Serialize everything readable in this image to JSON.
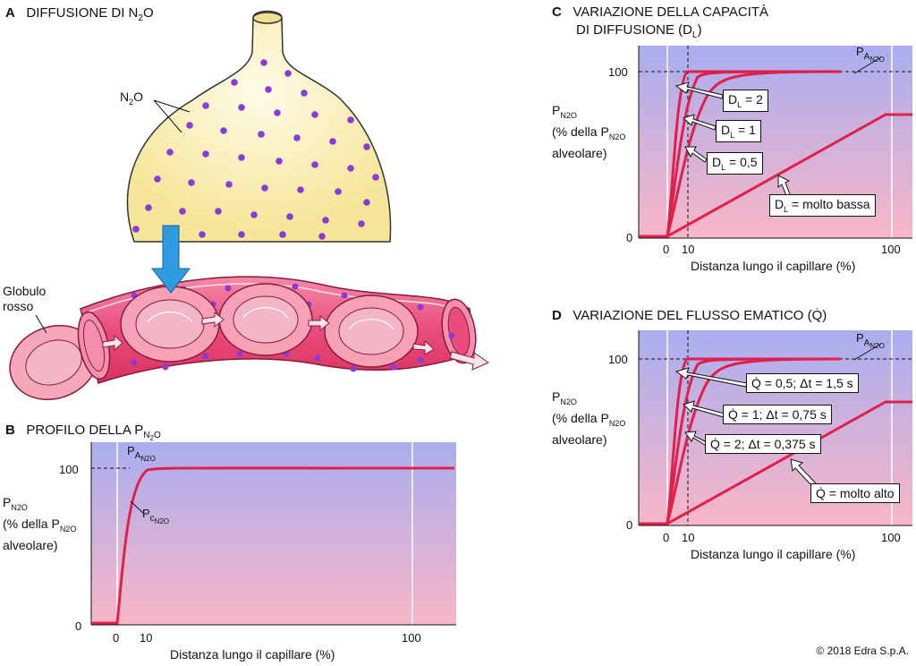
{
  "panel_a": {
    "letter": "A",
    "title": "DIFFUSIONE DI N",
    "title_sub": "2",
    "title_tail": "O",
    "n2o_label": "N",
    "n2o_sub": "2",
    "n2o_tail": "O",
    "rbc_label_1": "Globulo",
    "rbc_label_2": "rosso"
  },
  "panel_b": {
    "letter": "B",
    "title": "PROFILO DELLA P",
    "title_sub": "N",
    "title_sub2": "2",
    "title_tail": "O",
    "ylabel_p": "P",
    "ylabel_sub": "N2O",
    "ylabel_line2": "(% della P",
    "ylabel_line2_sub": "N2O",
    "ylabel_line3": "alveolare)",
    "pa_label": "P",
    "pa_sub": "A",
    "pa_sub2": "N2O",
    "pc_label": "P",
    "pc_sub": "c",
    "pc_sub2": "N2O",
    "xlabel": "Distanza lungo il capillare (%)",
    "yticks": [
      "100",
      "0"
    ],
    "xticks": [
      "0",
      "10",
      "100"
    ]
  },
  "panel_c": {
    "letter": "C",
    "title_1": "VARIAZIONE DELLA CAPACITÀ",
    "title_2": "DI DIFFUSIONE (D",
    "title_2_sub": "L",
    "title_2_tail": ")",
    "ylabel_p": "P",
    "ylabel_sub": "N2O",
    "ylabel_line2": "(% della P",
    "ylabel_line2_sub": "N2O",
    "ylabel_line3": "alveolare)",
    "pa_label": "P",
    "pa_sub": "A",
    "pa_sub2": "N2O",
    "xlabel": "Distanza lungo il capillare (%)",
    "yticks": [
      "100",
      "0"
    ],
    "xticks": [
      "0",
      "10",
      "100"
    ],
    "callouts": [
      {
        "main": "D",
        "sub": "L",
        "tail": " = 2"
      },
      {
        "main": "D",
        "sub": "L",
        "tail": " = 1"
      },
      {
        "main": "D",
        "sub": "L",
        "tail": " = 0,5"
      },
      {
        "main": "D",
        "sub": "L",
        "tail": " = molto bassa"
      }
    ]
  },
  "panel_d": {
    "letter": "D",
    "title": "VARIAZIONE DEL FLUSSO EMATICO (Q̇)",
    "ylabel_p": "P",
    "ylabel_sub": "N2O",
    "ylabel_line2": "(% della P",
    "ylabel_line2_sub": "N2O",
    "ylabel_line3": "alveolare)",
    "pa_label": "P",
    "pa_sub": "A",
    "pa_sub2": "N2O",
    "xlabel": "Distanza lungo il capillare (%)",
    "yticks": [
      "100",
      "0"
    ],
    "xticks": [
      "0",
      "10",
      "100"
    ],
    "callouts": [
      {
        "text": "Q̇ = 0,5; Δt = 1,5 s"
      },
      {
        "text": "Q̇ = 1; Δt = 0,75 s"
      },
      {
        "text": "Q̇ = 2; Δt = 0,375 s"
      },
      {
        "text": "Q̇ = molto alto"
      }
    ]
  },
  "copyright": "© 2018 Edra S.p.A.",
  "colors": {
    "curve": "#e0204a",
    "alveolus": "#f8eca6",
    "n2o_dot": "#8a3bd6",
    "vessel": "#e94a78",
    "arrow_blue": "#2f9be0",
    "plot_top": "#a9aef0",
    "plot_bottom": "#f8b6c6"
  }
}
